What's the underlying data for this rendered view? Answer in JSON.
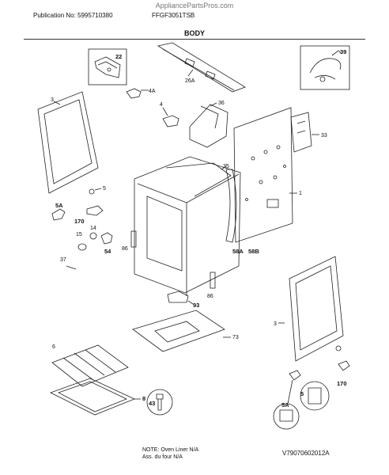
{
  "watermark": "AppliancePartsPros.com",
  "header": {
    "publication": "Publication No: 5995710380",
    "model": "FFGF3051TSB",
    "section": "BODY"
  },
  "footer": {
    "note_line1": "NOTE: Oven Liner N/A",
    "note_line2": "Ass. du four N/A",
    "drawing_code": "V79070602012A"
  },
  "callouts": {
    "c22": "22",
    "c26a": "26A",
    "c39": "39",
    "c3_top": "3",
    "c4a": "4A",
    "c4": "4",
    "c36": "36",
    "c33": "33",
    "c35": "35",
    "c1": "1",
    "c5_top": "5",
    "c5a_top": "5A",
    "c170_top": "170",
    "c15": "15",
    "c14": "14",
    "c54": "54",
    "c86_a": "86",
    "c37": "37",
    "c58a": "58A",
    "c58b": "58B",
    "c86_b": "86",
    "c93": "93",
    "c3_bot": "3",
    "c73": "73",
    "c6": "6",
    "c8": "8",
    "c43": "43",
    "c5_bot": "5",
    "c5a_bot": "5A",
    "c170_bot": "170"
  }
}
